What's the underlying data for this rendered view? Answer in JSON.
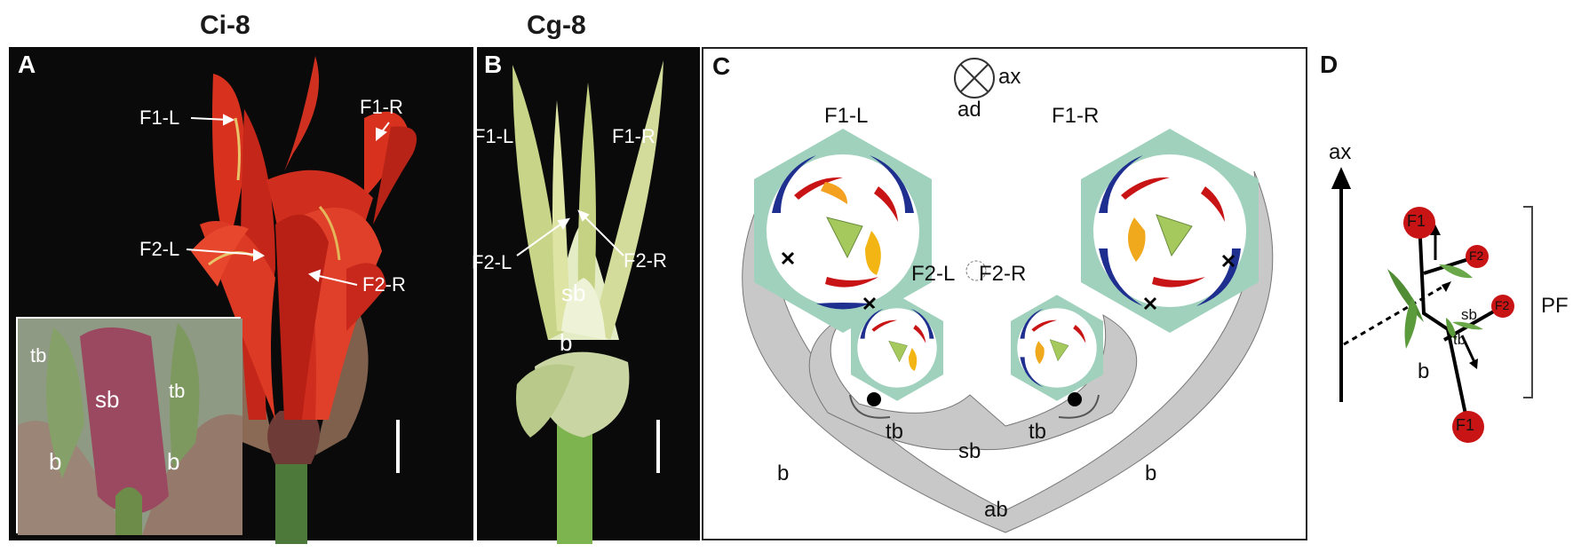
{
  "titles": {
    "a": "Ci-8",
    "b": "Cg-8"
  },
  "panels": {
    "a": {
      "label": "A",
      "f1l": "F1-L",
      "f1r": "F1-R",
      "f2l": "F2-L",
      "f2r": "F2-R",
      "inset": {
        "tb_left": "tb",
        "tb_right": "tb",
        "sb": "sb",
        "b_left": "b",
        "b_right": "b"
      }
    },
    "b": {
      "label": "B",
      "f1l": "F1-L",
      "f1r": "F1-R",
      "f2l": "F2-L",
      "f2r": "F2-R",
      "sb": "sb",
      "b": "b"
    },
    "c": {
      "label": "C",
      "ax": "ax",
      "ad": "ad",
      "f1l": "F1-L",
      "f1r": "F1-R",
      "f2l": "F2-L",
      "f2r": "F2-R",
      "tb_left": "tb",
      "tb_right": "tb",
      "sb": "sb",
      "b_left": "b",
      "b_right": "b",
      "ab": "ab"
    },
    "d": {
      "label": "D",
      "ax": "ax",
      "f1_top": "F1",
      "f1_bottom": "F1",
      "f2_top": "F2",
      "f2_bottom": "F2",
      "sb": "sb",
      "tb": "tb",
      "b": "b",
      "pf": "PF"
    }
  },
  "colors": {
    "flower_red": "#c81414",
    "petal_blue": "#1f2f8f",
    "sepal_green": "#9fd1bd",
    "bract_gray": "#c8c8c8",
    "canna_red": "#d8321f",
    "pale_green": "#d3dc9a"
  }
}
